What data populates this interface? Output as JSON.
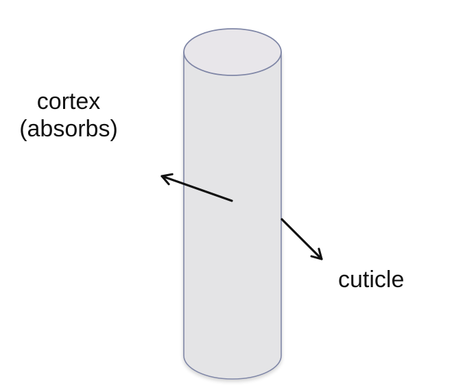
{
  "diagram": {
    "subject": "hair-fiber-cylinder",
    "labels": {
      "cortex": {
        "line1": "cortex",
        "line2": "(absorbs)"
      },
      "cuticle": "cuticle"
    },
    "colors": {
      "background": "#ffffff",
      "cylinder_fill": "#e4e4e6",
      "cylinder_top_fill": "#e8e6ea",
      "cylinder_outline": "#7f86a6",
      "arrow": "#111111",
      "text": "#111111"
    }
  }
}
